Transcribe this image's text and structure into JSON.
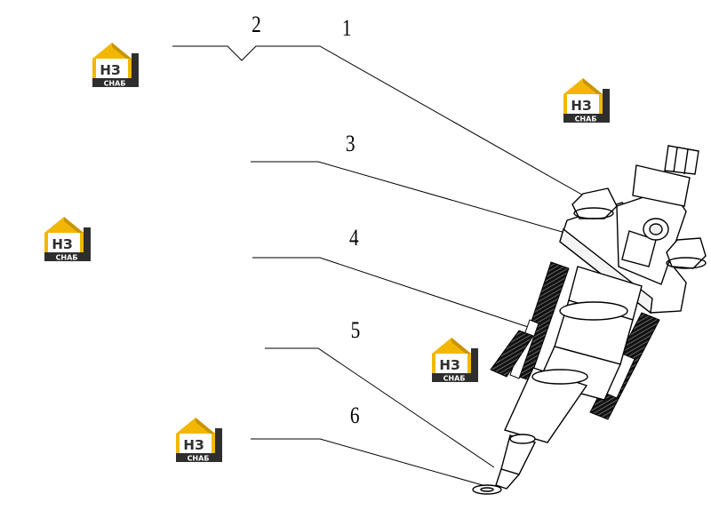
{
  "diagram": {
    "callouts": [
      {
        "id": "1",
        "label": "1"
      },
      {
        "id": "2",
        "label": "2"
      },
      {
        "id": "3",
        "label": "3"
      },
      {
        "id": "4",
        "label": "4"
      },
      {
        "id": "5",
        "label": "5"
      },
      {
        "id": "6",
        "label": "6"
      }
    ]
  },
  "watermark": {
    "top_text": "НЗ",
    "bottom_text": "СНАБ",
    "colors": {
      "roof": "#f2b705",
      "roof_dark": "#c99400",
      "panel": "#2e2e2e"
    }
  }
}
